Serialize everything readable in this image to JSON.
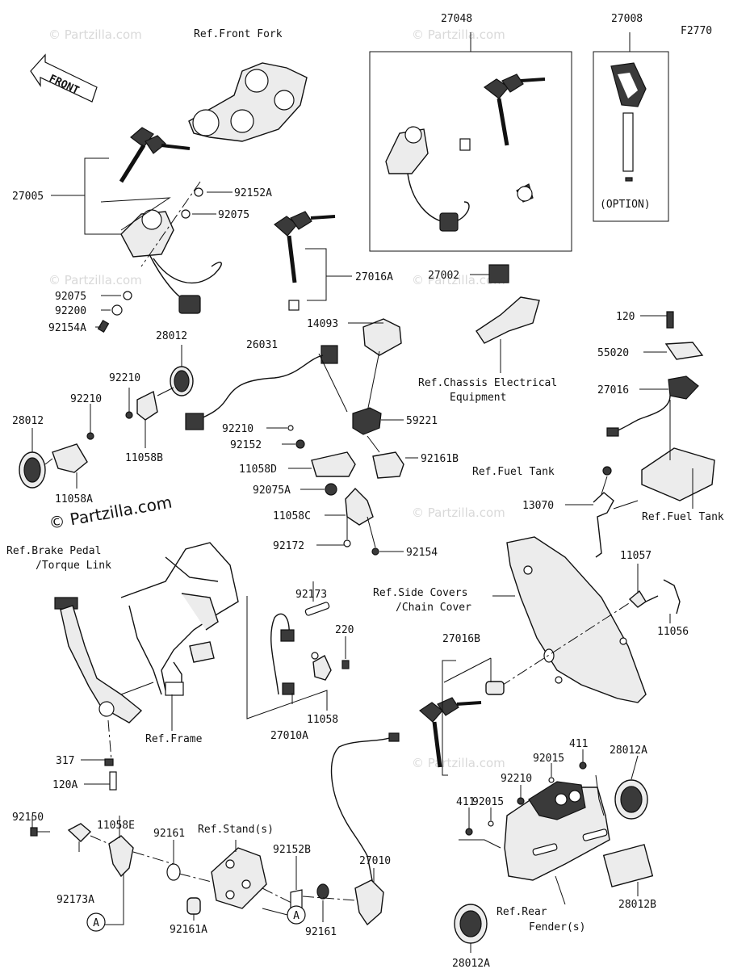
{
  "figure_code": "F2770",
  "front_label": "FRONT",
  "watermark": "© Partzilla.com",
  "option_label": "(OPTION)",
  "callout_letter": "A",
  "labels": {
    "27048": "27048",
    "27008": "27008",
    "ref_front_fork": "Ref.Front Fork",
    "27005": "27005",
    "92152A": "92152A",
    "92075_top": "92075",
    "92075_left": "92075",
    "92200": "92200",
    "92154A": "92154A",
    "27016A": "27016A",
    "27002": "27002",
    "ref_chassis_1": "Ref.Chassis Electrical",
    "ref_chassis_2": "Equipment",
    "120_top": "120",
    "55020": "55020",
    "27016": "27016",
    "14093": "14093",
    "26031": "26031",
    "28012_top": "28012",
    "92210_a": "92210",
    "92210_b": "92210",
    "28012_left": "28012",
    "11058B": "11058B",
    "11058A": "11058A",
    "92210_c": "92210",
    "92152": "92152",
    "59221": "59221",
    "11058D": "11058D",
    "92161B": "92161B",
    "ref_fuel_tank_1": "Ref.Fuel Tank",
    "ref_fuel_tank_2": "Ref.Fuel Tank",
    "92075A": "92075A",
    "13070": "13070",
    "11058C": "11058C",
    "92172": "92172",
    "92154": "92154",
    "ref_brake_1": "Ref.Brake Pedal",
    "ref_brake_2": "/Torque Link",
    "11057": "11057",
    "92173": "92173",
    "ref_side_1": "Ref.Side Covers",
    "ref_side_2": "/Chain Cover",
    "11056": "11056",
    "220": "220",
    "27016B": "27016B",
    "11058": "11058",
    "27010A": "27010A",
    "ref_frame": "Ref.Frame",
    "317": "317",
    "120A": "120A",
    "411_top": "411",
    "92015_top": "92015",
    "28012A_top": "28012A",
    "92210_d": "92210",
    "92015_mid": "92015",
    "411_left": "411",
    "92150": "92150",
    "11058E": "11058E",
    "92161_a": "92161",
    "ref_stand": "Ref.Stand(s)",
    "92152B": "92152B",
    "27010": "27010",
    "92173A": "92173A",
    "92161A": "92161A",
    "92161_b": "92161",
    "ref_rear_1": "Ref.Rear",
    "ref_rear_2": "Fender(s)",
    "28012B": "28012B",
    "28012A_bottom": "28012A"
  }
}
